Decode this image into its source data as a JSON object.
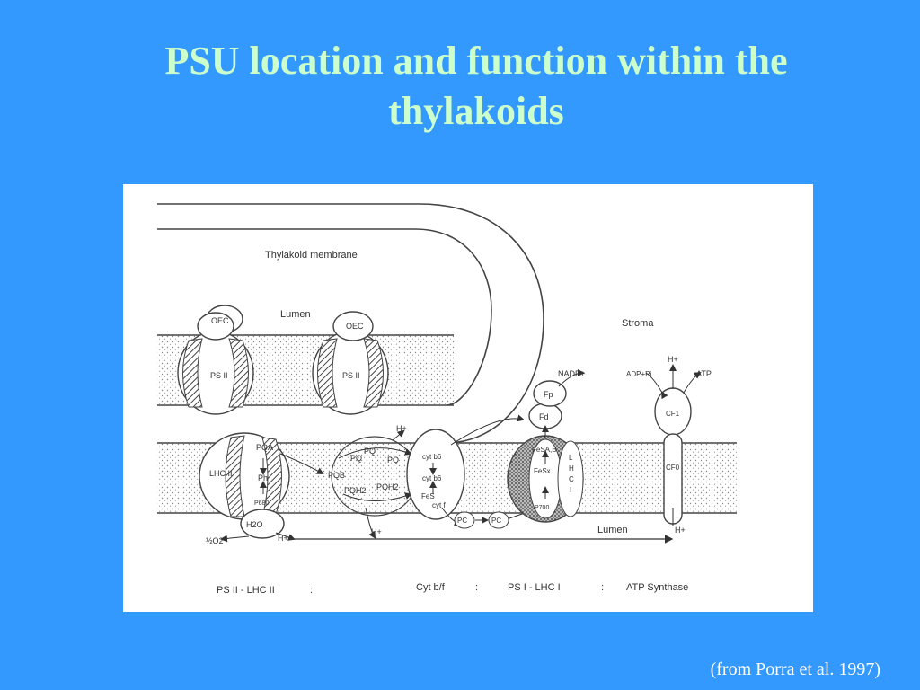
{
  "title": {
    "line1": "PSU location and function within the",
    "line2": "thylakoids"
  },
  "diagram": {
    "labels": {
      "thylakoid_membrane": "Thylakoid membrane",
      "lumen_top": "Lumen",
      "stroma": "Stroma",
      "lumen_bottom": "Lumen",
      "oec1": "OEC",
      "oec2": "OEC",
      "psii1": "PS II",
      "psii2": "PS II",
      "lhcii": "LHC II",
      "pqa": "PQA",
      "ph": "Ph",
      "p680": "P680",
      "pqb": "PQB",
      "pq1": "PQ",
      "pq2": "PQ",
      "pq3": "PQ",
      "pqh2_1": "PQH2",
      "pqh2_2": "PQH2",
      "h2o": "H2O",
      "half_o2": "½O2",
      "h_plus_psii": "H+",
      "h_plus_pq_top": "H+",
      "h_plus_lumen": "H+",
      "cytb6_1": "cyt b6",
      "cytb6_2": "cyt b6",
      "fes": "FeS",
      "cytf": "cyt f",
      "pc1": "PC",
      "pc2": "PC",
      "nadp": "NADP+",
      "fp": "Fp",
      "fd": "Fd",
      "fesab": "FeSA,B",
      "fesx": "FeSx",
      "p700": "P700",
      "lhci_l": "L",
      "lhci_h": "H",
      "lhci_c": "C",
      "lhci_i": "I",
      "adp_pi": "ADP+Pi",
      "atp": "ATP",
      "h_plus_cf_top": "H+",
      "h_plus_cf_bottom": "H+",
      "cf1": "CF1",
      "cf0": "CF0"
    },
    "footer": {
      "psii_lhcii": "PS II - LHC II",
      "colon1": ":",
      "cytbf": "Cyt b/f",
      "colon2": ":",
      "psi_lhci": "PS I - LHC I",
      "colon3": ":",
      "atp_synthase": "ATP Synthase"
    }
  },
  "caption": "(from Porra et al. 1997)"
}
